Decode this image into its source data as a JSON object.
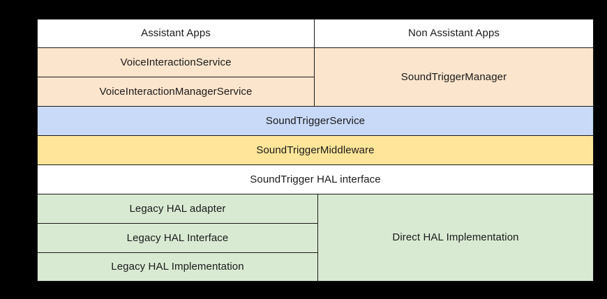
{
  "diagram": {
    "type": "layered-architecture-table",
    "page_background": "#000000",
    "border_color": "#1a1a1a",
    "colors": {
      "white": "#ffffff",
      "peach": "#fce5cd",
      "blue": "#c9daf8",
      "yellow": "#ffe599",
      "green": "#d9ead3"
    },
    "columns": [
      {
        "id": "assistant",
        "label": "Assistant Apps"
      },
      {
        "id": "non_assistant",
        "label": "Non Assistant Apps"
      }
    ],
    "rows": [
      {
        "id": "header",
        "cells": [
          {
            "text": "Assistant Apps",
            "color": "white",
            "span": 1
          },
          {
            "text": "Non Assistant Apps",
            "color": "white",
            "span": 1
          }
        ]
      },
      {
        "id": "framework_apis",
        "cells": [
          {
            "text": "VoiceInteractionService",
            "color": "peach",
            "span": 1
          },
          {
            "text": "SoundTriggerManager",
            "color": "peach",
            "span": 1,
            "rowspan": 2
          }
        ]
      },
      {
        "id": "manager_service",
        "cells": [
          {
            "text": "VoiceInteractionManagerService",
            "color": "peach",
            "span": 1
          }
        ]
      },
      {
        "id": "sound_trigger_service",
        "cells": [
          {
            "text": "SoundTriggerService",
            "color": "blue",
            "span": 2
          }
        ]
      },
      {
        "id": "sound_trigger_middleware",
        "cells": [
          {
            "text": "SoundTriggerMiddleware",
            "color": "yellow",
            "span": 2
          }
        ]
      },
      {
        "id": "hal_interface",
        "cells": [
          {
            "text": "SoundTrigger HAL interface",
            "color": "white",
            "span": 2
          }
        ]
      },
      {
        "id": "legacy_adapter",
        "cells": [
          {
            "text": "Legacy HAL adapter",
            "color": "green",
            "span": 1
          },
          {
            "text": "Direct HAL Implementation",
            "color": "green",
            "span": 1,
            "rowspan": 3
          }
        ]
      },
      {
        "id": "legacy_interface",
        "cells": [
          {
            "text": "Legacy HAL Interface",
            "color": "green",
            "span": 1
          }
        ]
      },
      {
        "id": "legacy_implementation",
        "cells": [
          {
            "text": "Legacy HAL Implementation",
            "color": "green",
            "span": 1
          }
        ]
      }
    ]
  }
}
